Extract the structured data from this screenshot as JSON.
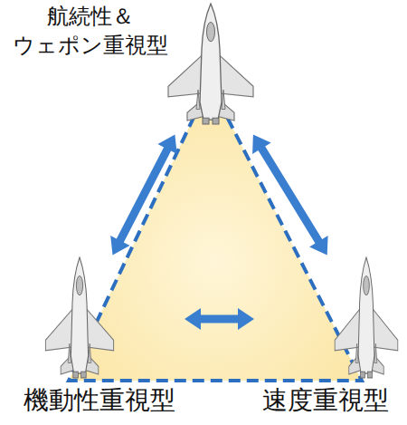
{
  "diagram": {
    "nodes": [
      {
        "text": [
          "航続性＆ ウェポン重視型"
        ]
      },
      {
        "text": [
          "機動性重視型"
        ]
      },
      {
        "text": [
          "速度重視型"
        ]
      }
    ],
    "edges": [
      {
        "from": 0,
        "to": 1,
        "arrow": "both"
      },
      {
        "from": 0,
        "to": 2,
        "arrow": "both"
      },
      {
        "from": 1,
        "to": 2,
        "arrow": "both"
      }
    ]
  }
}
